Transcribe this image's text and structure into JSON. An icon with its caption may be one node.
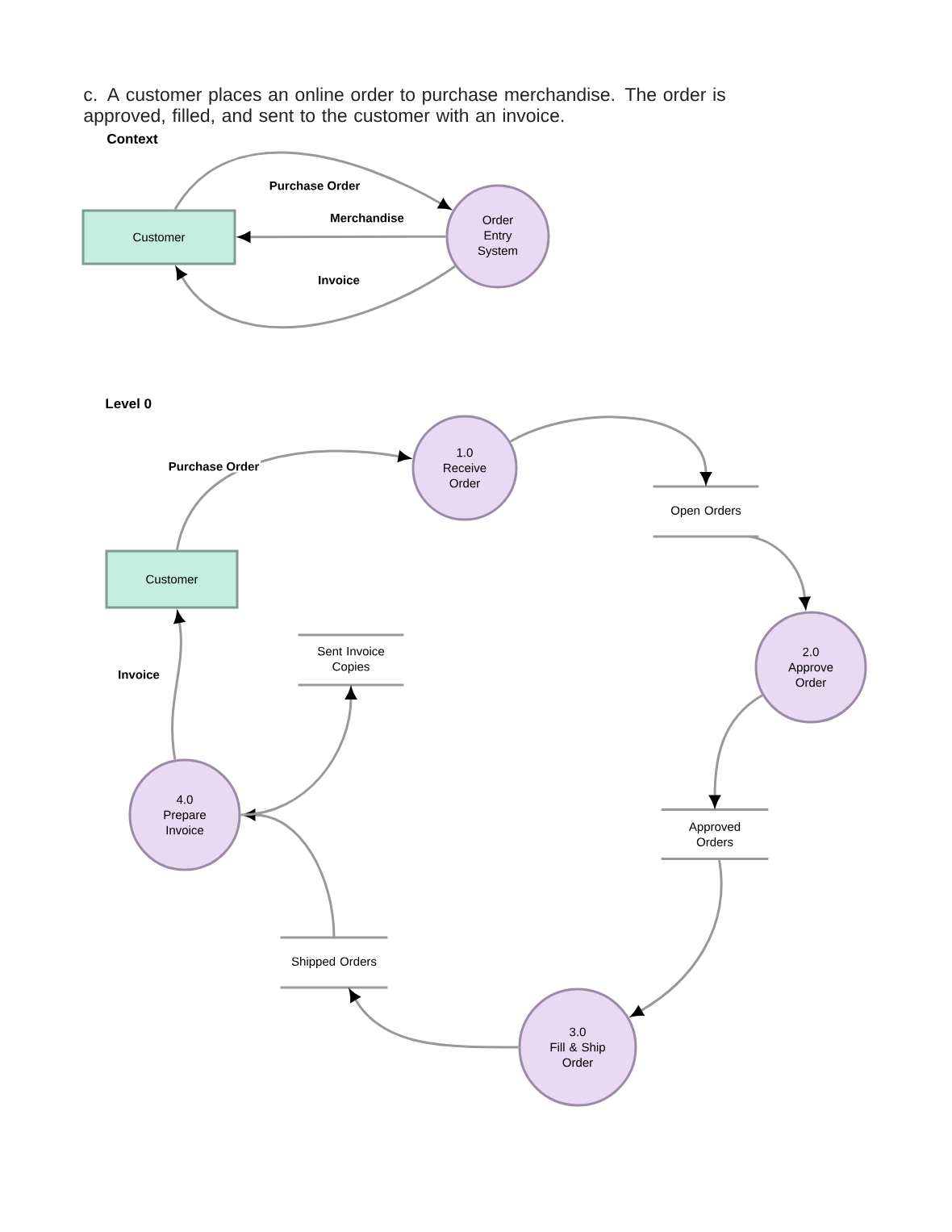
{
  "diagram": {
    "title": "c. A customer places an online order to purchase merchandise. The order is approved, filled, and sent to the customer with an invoice.",
    "nodes": [
      {
        "text": [
          "Customer"
        ]
      },
      {
        "text": [
          "Order Entry System"
        ]
      },
      {
        "text": [
          "Customer"
        ]
      },
      {
        "text": [
          "1.0",
          "Receive Order"
        ]
      },
      {
        "text": [
          "Open Orders"
        ]
      },
      {
        "text": [
          "2.0",
          "Approve Order"
        ]
      },
      {
        "text": [
          "Approved Orders"
        ]
      },
      {
        "text": [
          "3.0",
          "Fill & Ship Order"
        ]
      },
      {
        "text": [
          "Shipped Orders"
        ]
      },
      {
        "text": [
          "4.0",
          "Prepare Invoice"
        ]
      },
      {
        "text": [
          "Sent Invoice Copies"
        ]
      }
    ],
    "edges": [
      {
        "from": 0,
        "to": 1,
        "arrow": "to",
        "label": "Purchase Order"
      },
      {
        "from": 1,
        "to": 0,
        "arrow": "to",
        "label": "Merchandise"
      },
      {
        "from": 1,
        "to": 0,
        "arrow": "to",
        "label": "Invoice"
      },
      {
        "from": 2,
        "to": 3,
        "arrow": "to",
        "label": "Purchase Order"
      },
      {
        "from": 3,
        "to": 4,
        "arrow": "to"
      },
      {
        "from": 4,
        "to": 5,
        "arrow": "to"
      },
      {
        "from": 5,
        "to": 6,
        "arrow": "to"
      },
      {
        "from": 6,
        "to": 7,
        "arrow": "to"
      },
      {
        "from": 7,
        "to": 8,
        "arrow": "to"
      },
      {
        "from": 8,
        "to": 9,
        "arrow": "to"
      },
      {
        "from": 9,
        "to": 10,
        "arrow": "to"
      },
      {
        "from": 9,
        "to": 2,
        "arrow": "to",
        "label": "Invoice"
      }
    ],
    "labels": [
      "Context",
      "Level 0"
    ]
  }
}
